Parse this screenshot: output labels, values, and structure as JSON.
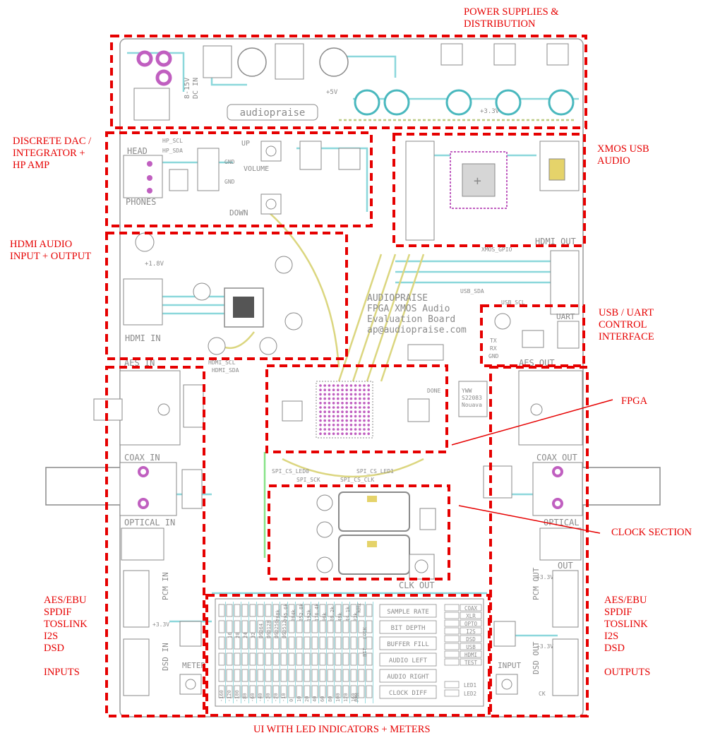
{
  "annotations": {
    "power": "POWER SUPPLIES &\nDISTRIBUTION",
    "dac": "DISCRETE DAC /\nINTEGRATOR +\nHP AMP",
    "xmos": "XMOS USB\nAUDIO",
    "hdmi": "HDMI AUDIO\nINPUT + OUTPUT",
    "usb_uart": "USB / UART\nCONTROL\nINTERFACE",
    "fpga": "FPGA",
    "clock": "CLOCK SECTION",
    "inputs": "AES/EBU\nSPDIF\nTOSLINK\nI2S\nDSD\n\nINPUTS",
    "outputs": "AES/EBU\nSPDIF\nTOSLINK\nI2S\nDSD\n\nOUTPUTS",
    "ui": "UI WITH LED INDICATORS + METERS"
  },
  "silkscreen": {
    "brand": "audiopraise",
    "dc_in": "8-15V\nDC IN",
    "p5v": "+5V",
    "p33v": "+3.3V",
    "head": "HEAD",
    "phones": "PHONES",
    "hp_scl": "HP_SCL",
    "hp_sda": "HP_SDA",
    "up": "UP",
    "down": "DOWN",
    "volume": "VOLUME",
    "gnd": "GND",
    "xmos_gpio": "XMOS_GPIO",
    "hdmi_out": "HDMI OUT",
    "p18v": "+1.8V",
    "hdmi_in": "HDMI IN",
    "hdmi_scl": "HDMI_SCL",
    "hdmi_sda": "HDMI_SDA",
    "board_title": [
      "AUDIOPRAISE",
      "FPGA XMOS Audio",
      "Evaluation Board",
      "ap@audiopraise.com"
    ],
    "usb_sda": "USB_SDA",
    "usb_scl": "USB_SCL",
    "uart": "UART",
    "tx": "TX",
    "rx": "RX",
    "aes_in": "AES IN",
    "aes_out": "AES OUT",
    "done": "DONE",
    "coax_in": "COAX IN",
    "coax_out": "COAX OUT",
    "optical_in": "OPTICAL IN",
    "optical_out": "OPTICAL",
    "out": "OUT",
    "spi_cs_led0": "SPI_CS_LED0",
    "spi_cs_led1": "SPI_CS_LED1",
    "spi_cs_clk": "SPI_CS_CLK",
    "spi_sck": "SPI_SCK",
    "clk_out": "CLK OUT",
    "pcm_in": "PCM IN",
    "pcm_out": "PCM OUT",
    "dsd_in": "DSD IN",
    "dsd_out": "DSD OUT",
    "meter": "METER",
    "input": "INPUT",
    "xfmr_text": [
      "YWW",
      "S22083",
      "Nouava"
    ],
    "led_rows": [
      "SAMPLE RATE",
      "BIT DEPTH",
      "BUFFER FILL",
      "AUDIO LEFT",
      "AUDIO RIGHT",
      "CLOCK DIFF"
    ],
    "src_leds": [
      "COAX",
      "XLR",
      "OPTO",
      "I2S",
      "DSD",
      "USB",
      "HDMI",
      "TEST"
    ],
    "leds": [
      "LED1",
      "LED2"
    ],
    "rates": [
      "32k",
      "44.1k",
      "48k",
      "88.2k",
      "96k",
      "176.4k",
      "192k",
      "352.8k",
      "384k",
      "705.6k",
      "768k"
    ],
    "depths": [
      "16",
      "20",
      "24",
      "32",
      "DSD64",
      "DSD128",
      "DSD256",
      "DSD512"
    ],
    "db_scale": [
      "-160",
      "-120",
      "-100",
      "-80",
      "-60",
      "-40",
      "-30",
      "-20",
      "-10",
      "0",
      "10",
      "20",
      "40",
      "60",
      "80",
      "100",
      "120",
      "160"
    ],
    "kpz": "kHz",
    "ppm": "PPM",
    "lock": "LOCK",
    "bit": "BIT",
    "ck": "CK"
  }
}
